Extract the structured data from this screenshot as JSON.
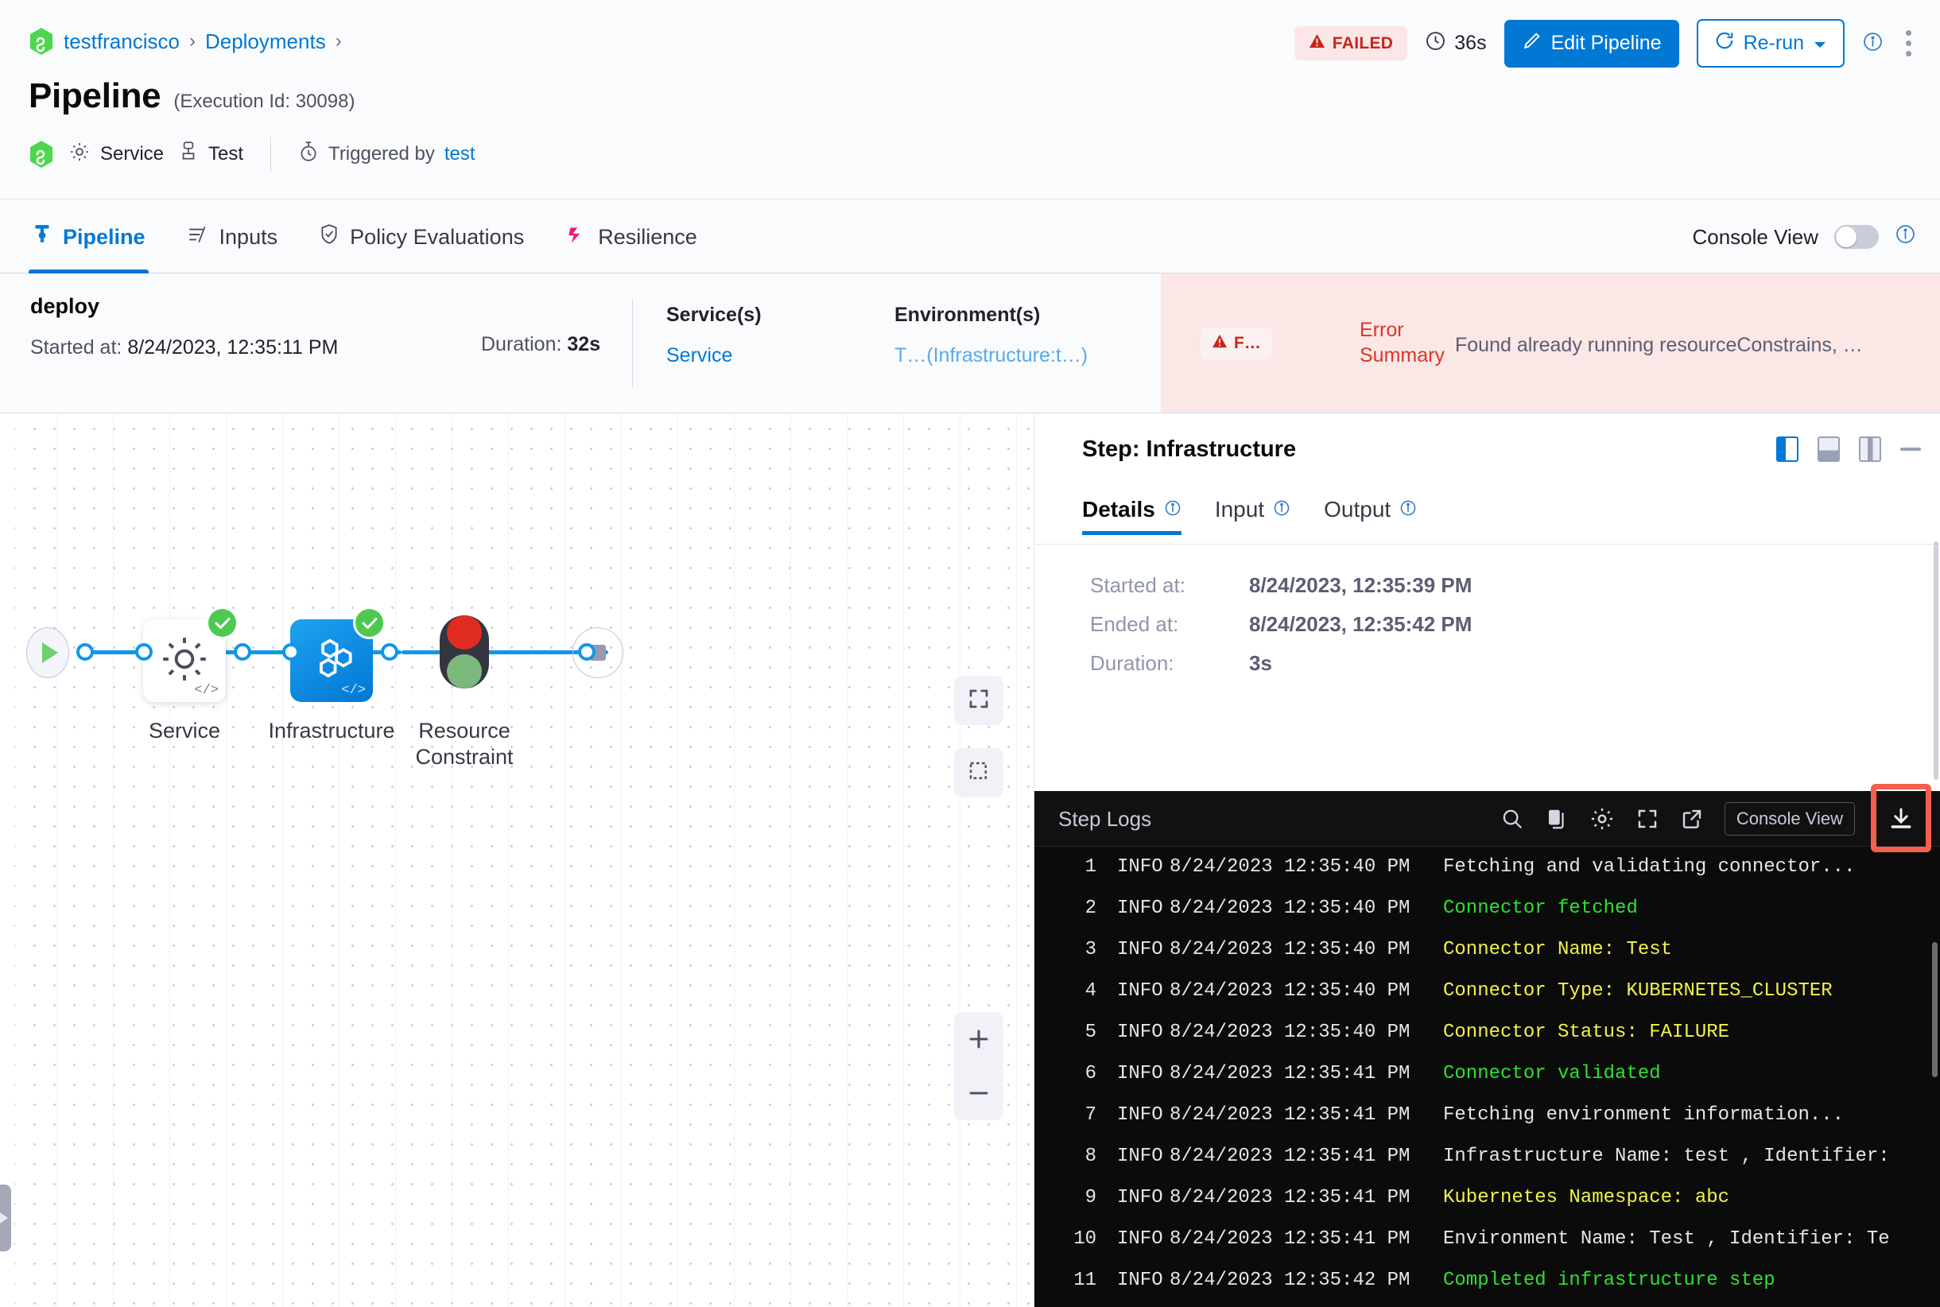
{
  "breadcrumb": {
    "org_icon": "harness-hex-icon",
    "items": [
      {
        "label": "testfrancisco",
        "sep": "›"
      },
      {
        "label": "Deployments",
        "sep": "›"
      }
    ]
  },
  "header": {
    "title": "Pipeline",
    "execution_id": "(Execution Id: 30098)",
    "meta": {
      "service_icon": "gear-icon",
      "service_label": "Service",
      "env_icon": "environment-icon",
      "env_label": "Test",
      "trigger_icon": "stopwatch-icon",
      "trigger_prefix": "Triggered by",
      "trigger_user": "test"
    },
    "status_badge": "FAILED",
    "duration": "36s",
    "edit_button": "Edit Pipeline",
    "rerun_button": "Re-run",
    "info_icon": "info-icon",
    "more_icon": "kebab-menu-icon"
  },
  "tabs": [
    {
      "label": "Pipeline",
      "icon": "pipeline-icon",
      "active": true
    },
    {
      "label": "Inputs",
      "icon": "inputs-icon",
      "active": false
    },
    {
      "label": "Policy Evaluations",
      "icon": "shield-check-icon",
      "active": false
    },
    {
      "label": "Resilience",
      "icon": "resilience-icon",
      "active": false
    }
  ],
  "console_view": {
    "label": "Console View",
    "enabled": false,
    "info_icon": "info-icon"
  },
  "summary": {
    "stage_name": "deploy",
    "started_label": "Started at:",
    "started_value": "8/24/2023, 12:35:11 PM",
    "duration_label": "Duration:",
    "duration_value": "32s",
    "services_label": "Service(s)",
    "services_value": "Service",
    "environments_label": "Environment(s)",
    "environments_value": "T…(Infrastructure:t…)",
    "error_badge": "F…",
    "error_label_line1": "Error",
    "error_label_line2": "Summary",
    "error_message": "Found already running resourceConstrains, …"
  },
  "canvas": {
    "nodes": [
      {
        "label": "Service",
        "type": "gear-icon",
        "status": "success",
        "code_tag": "</>"
      },
      {
        "label": "Infrastructure",
        "type": "infrastructure-icon",
        "status": "success",
        "code_tag": "</>",
        "selected": true
      },
      {
        "label": "Resource Constraint",
        "type": "traffic-light-icon",
        "status": "none"
      }
    ],
    "start_node": "start-play-icon",
    "end_node": "end-stop-icon",
    "controls": [
      {
        "name": "fit-to-screen-button",
        "icon": "expand-corners-icon"
      },
      {
        "name": "select-area-button",
        "icon": "dashed-square-icon"
      },
      {
        "name": "zoom-in-button",
        "icon": "plus-icon"
      },
      {
        "name": "zoom-out-button",
        "icon": "minus-icon"
      }
    ],
    "expand_handle": "expand-left-panel-handle"
  },
  "step_panel": {
    "title": "Step: Infrastructure",
    "layout_icons": [
      "split-right-layout-icon",
      "split-bottom-layout-icon",
      "split-narrow-layout-icon",
      "minimize-icon"
    ],
    "tabs": [
      {
        "label": "Details",
        "info_icon": "info-icon",
        "active": true
      },
      {
        "label": "Input",
        "info_icon": "info-icon",
        "active": false
      },
      {
        "label": "Output",
        "info_icon": "info-icon",
        "active": false
      }
    ],
    "details": [
      {
        "key": "Started at:",
        "value": "8/24/2023, 12:35:39 PM"
      },
      {
        "key": "Ended at:",
        "value": "8/24/2023, 12:35:42 PM"
      },
      {
        "key": "Duration:",
        "value": "3s"
      }
    ]
  },
  "logs": {
    "title": "Step Logs",
    "tools": [
      {
        "name": "search-logs-icon",
        "icon": "search-icon"
      },
      {
        "name": "copy-logs-icon",
        "icon": "copy-icon"
      },
      {
        "name": "log-settings-icon",
        "icon": "gear-icon"
      },
      {
        "name": "fullscreen-logs-icon",
        "icon": "fullscreen-icon"
      },
      {
        "name": "open-external-logs-icon",
        "icon": "external-link-icon"
      }
    ],
    "console_view_button": "Console View",
    "download_button": "download-logs-icon",
    "download_highlighted": true,
    "highlight_color": "#f4604d",
    "lines": [
      {
        "n": "1",
        "level": "INFO",
        "ts": "8/24/2023 12:35:40 PM",
        "msg": "Fetching and validating connector...",
        "color": "white"
      },
      {
        "n": "2",
        "level": "INFO",
        "ts": "8/24/2023 12:35:40 PM",
        "msg": "Connector fetched",
        "color": "green"
      },
      {
        "n": "3",
        "level": "INFO",
        "ts": "8/24/2023 12:35:40 PM",
        "msg": "Connector Name: Test",
        "color": "yellow"
      },
      {
        "n": "4",
        "level": "INFO",
        "ts": "8/24/2023 12:35:40 PM",
        "msg": "Connector Type: KUBERNETES_CLUSTER",
        "color": "yellow"
      },
      {
        "n": "5",
        "level": "INFO",
        "ts": "8/24/2023 12:35:40 PM",
        "msg": "Connector Status: FAILURE",
        "color": "yellow"
      },
      {
        "n": "6",
        "level": "INFO",
        "ts": "8/24/2023 12:35:41 PM",
        "msg": "Connector validated",
        "color": "green"
      },
      {
        "n": "7",
        "level": "INFO",
        "ts": "8/24/2023 12:35:41 PM",
        "msg": "Fetching environment information...",
        "color": "white"
      },
      {
        "n": "8",
        "level": "INFO",
        "ts": "8/24/2023 12:35:41 PM",
        "msg": "Infrastructure Name: test , Identifier:",
        "color": "white"
      },
      {
        "n": "9",
        "level": "INFO",
        "ts": "8/24/2023 12:35:41 PM",
        "msg": "Kubernetes Namespace: abc",
        "color": "yellow"
      },
      {
        "n": "10",
        "level": "INFO",
        "ts": "8/24/2023 12:35:41 PM",
        "msg": "Environment Name: Test , Identifier: Te",
        "color": "white"
      },
      {
        "n": "11",
        "level": "INFO",
        "ts": "8/24/2023 12:35:42 PM",
        "msg": "Completed infrastructure step",
        "color": "green"
      }
    ]
  },
  "colors": {
    "accent": "#0278d5",
    "danger": "#c6251b",
    "success": "#4dc952",
    "highlight": "#f4604d"
  }
}
